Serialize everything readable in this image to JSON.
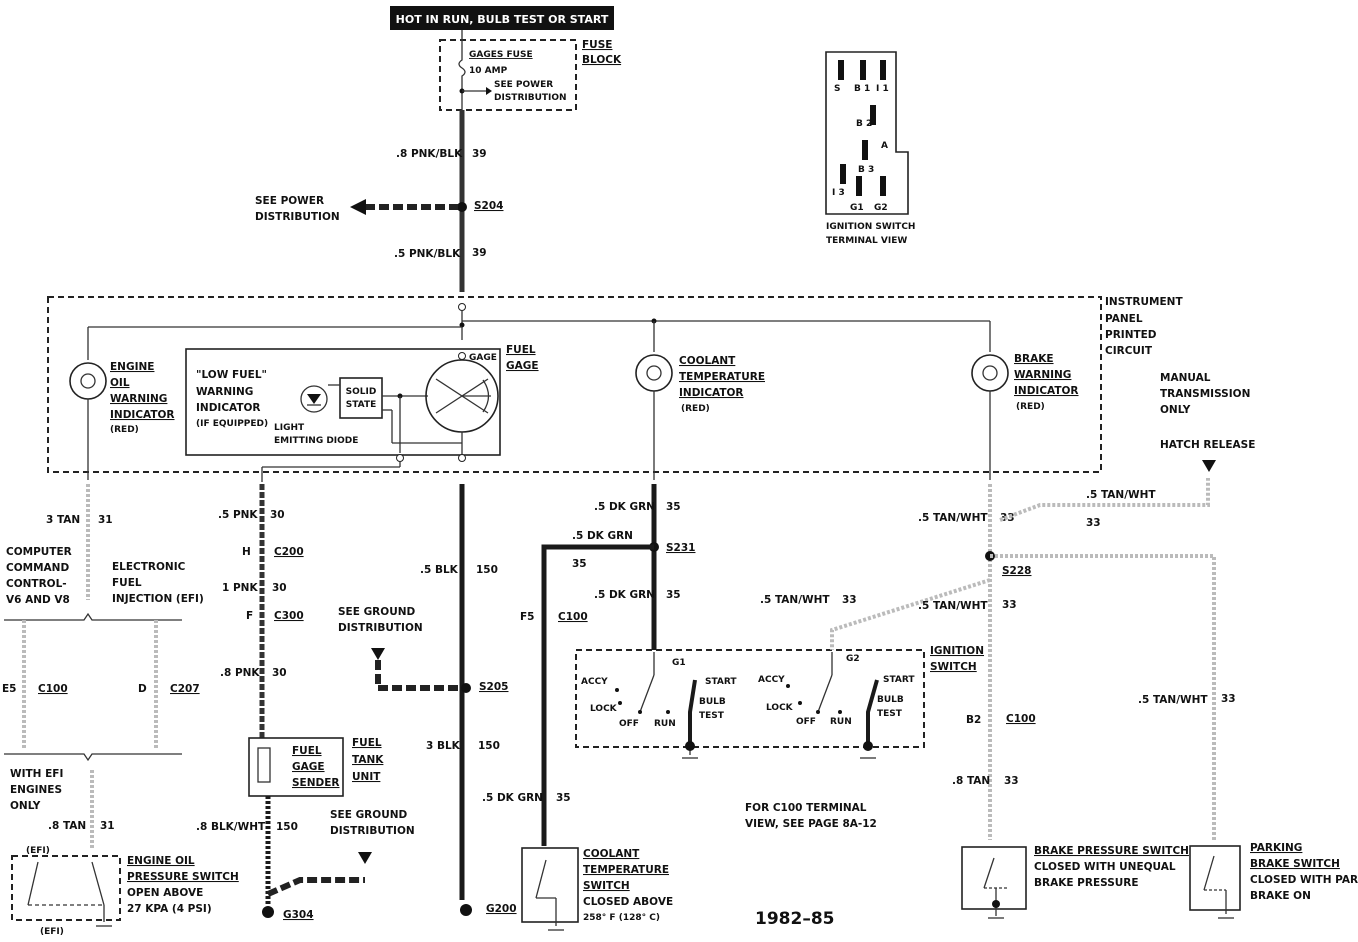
{
  "header": "HOT IN RUN,  BULB TEST OR START",
  "fuse": {
    "name": "GAGES FUSE",
    "amp": "10 AMP",
    "see1": "SEE POWER",
    "see2": "DISTRIBUTION",
    "block1": "FUSE",
    "block2": "BLOCK"
  },
  "wires": {
    "w39a": ".8 PNK/BLK",
    "n39a": "39",
    "w39b": ".5 PNK/BLK",
    "n39b": "39",
    "s204": "S204",
    "powerdist1": "SEE POWER",
    "powerdist2": "DISTRIBUTION",
    "w31a": "3 TAN",
    "n31a": "31",
    "w31b": ".8 TAN",
    "n31b": "31",
    "w30a": ".5 PNK",
    "n30a": "30",
    "w30b": "1 PNK",
    "n30b": "30",
    "w30c": ".8 PNK",
    "n30c": "30",
    "c200": "C200",
    "c200pin": "H",
    "c300": "C300",
    "c300pin": "F",
    "w150a": ".5 BLK",
    "n150a": "150",
    "w150b": "3 BLK",
    "n150b": "150",
    "w150c": ".8 BLK/WHT",
    "n150c": "150",
    "s205": "S205",
    "g200": "G200",
    "g304": "G304",
    "w35a": ".5 DK GRN",
    "n35a": "35",
    "w35b": ".5 DK GRN",
    "n35b": "35",
    "w35c": ".5 DK GRN",
    "n35c": "35",
    "w35d": ".5 DK GRN",
    "n35d": "35",
    "n35e": "35",
    "s231": "S231",
    "c100f": "C100",
    "c100fpin": "F5",
    "w33a": ".5 TAN/WHT",
    "n33a": "33",
    "w33b": ".5 TAN/WHT",
    "n33b": "33",
    "w33c": ".5 TAN/WHT",
    "n33c": "33",
    "w33d": ".5 TAN/WHT",
    "n33d": "33",
    "w33e": ".5 TAN/WHT",
    "n33e": "33",
    "w33f": ".8 TAN",
    "n33f": "33",
    "s228": "S228",
    "c100b": "C100",
    "c100bpin": "B2",
    "c100e": "C100",
    "c100epin": "E5",
    "c207": "C207",
    "c207pin": "D",
    "gnd1a": "SEE GROUND",
    "gnd1b": "DISTRIBUTION",
    "gnd2a": "SEE GROUND",
    "gnd2b": "DISTRIBUTION"
  },
  "panel": {
    "l1": "INSTRUMENT",
    "l2": "PANEL",
    "l3": "PRINTED",
    "l4": "CIRCUIT"
  },
  "oil_ind": {
    "l1": "ENGINE",
    "l2": "OIL",
    "l3": "WARNING",
    "l4": "INDICATOR",
    "l5": "(RED)"
  },
  "low_fuel": {
    "l1": "\"LOW FUEL\"",
    "l2": "WARNING",
    "l3": "INDICATOR",
    "l4": "(IF EQUIPPED)",
    "led1": "LIGHT",
    "led2": "EMITTING DIODE",
    "ss1": "SOLID",
    "ss2": "STATE",
    "gage": "GAGE"
  },
  "fuel_gage": {
    "l1": "FUEL",
    "l2": "GAGE"
  },
  "coolant_ind": {
    "l1": "COOLANT",
    "l2": "TEMPERATURE",
    "l3": "INDICATOR",
    "l4": "(RED)"
  },
  "brake_ind": {
    "l1": "BRAKE",
    "l2": "WARNING",
    "l3": "INDICATOR",
    "l4": "(RED)"
  },
  "manual": {
    "l1": "MANUAL",
    "l2": "TRANSMISSION",
    "l3": "ONLY",
    "hatch": "HATCH RELEASE"
  },
  "ccc": {
    "l1": "COMPUTER",
    "l2": "COMMAND",
    "l3": "CONTROL-",
    "l4": "V6 AND V8",
    "e1": "ELECTRONIC",
    "e2": "FUEL",
    "e3": "INJECTION (EFI)"
  },
  "efi": {
    "l1": "WITH EFI",
    "l2": "ENGINES",
    "l3": "ONLY",
    "t1": "(EFI)",
    "t2": "(EFI)"
  },
  "oil_sw": {
    "l1": "ENGINE OIL",
    "l2": "PRESSURE SWITCH",
    "l3": "OPEN ABOVE",
    "l4": "27 KPA (4 PSI)"
  },
  "sender": {
    "l1": "FUEL",
    "l2": "GAGE",
    "l3": "SENDER",
    "u1": "FUEL",
    "u2": "TANK",
    "u3": "UNIT"
  },
  "cool_sw": {
    "l1": "COOLANT",
    "l2": "TEMPERATURE",
    "l3": "SWITCH",
    "l4": "CLOSED ABOVE",
    "l5": "258° F (128° C)"
  },
  "ign": {
    "l1": "IGNITION",
    "l2": "SWITCH",
    "g1": "G1",
    "g2": "G2",
    "accy1": "ACCY",
    "lock1": "LOCK",
    "off1": "OFF",
    "run1": "RUN",
    "start1": "START",
    "bulb1": "BULB",
    "test1": "TEST",
    "accy2": "ACCY",
    "lock2": "LOCK",
    "off2": "OFF",
    "run2": "RUN",
    "start2": "START",
    "bulb2": "BULB",
    "test2": "TEST"
  },
  "ign_view": {
    "l1": "IGNITION SWITCH",
    "l2": "TERMINAL VIEW",
    "s": "S",
    "b1": "B 1",
    "i1": "I 1",
    "b2": "B 2",
    "a": "A",
    "b3": "B 3",
    "i3": "I 3",
    "g1": "G1",
    "g2": "G2"
  },
  "c100note": {
    "l1": "FOR C100 TERMINAL",
    "l2": "VIEW, SEE PAGE 8A-12"
  },
  "brake_sw": {
    "l1": "BRAKE PRESSURE SWITCH",
    "l2": "CLOSED WITH UNEQUAL",
    "l3": "BRAKE PRESSURE"
  },
  "park_sw": {
    "l1": "PARKING",
    "l2": "BRAKE SWITCH",
    "l3": "CLOSED WITH PARK",
    "l4": "BRAKE ON"
  },
  "year": "1982–85"
}
